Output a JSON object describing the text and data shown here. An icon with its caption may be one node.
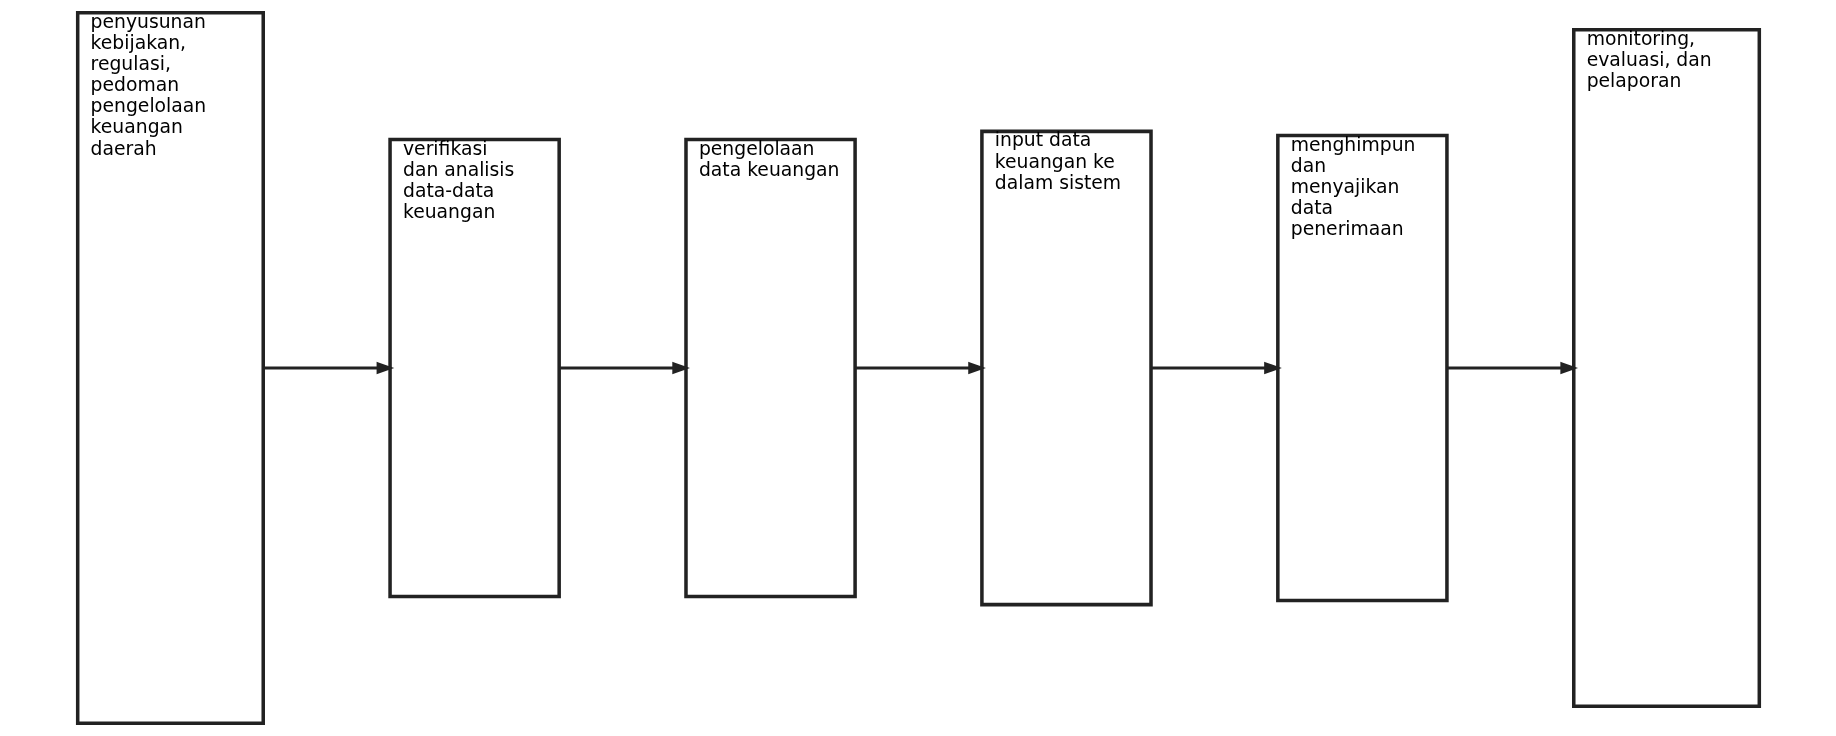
{
  "diagram": {
    "nodes": [
      {
        "text": [
          "penyusunan kebijakan, regulasi, pedoman pengelolaan keuangan daerah"
        ]
      },
      {
        "text": [
          "verifikasi dan analisis data-data keuangan"
        ]
      },
      {
        "text": [
          "pengelolaan data keuangan"
        ]
      },
      {
        "text": [
          "input data keuangan ke dalam sistem"
        ]
      },
      {
        "text": [
          "menghimpun dan menyajikan data penerimaan"
        ]
      },
      {
        "text": [
          "monitoring, evaluasi, dan pelaporan"
        ]
      }
    ],
    "edges": [
      {
        "from": 0,
        "to": 1,
        "arrow": "to"
      },
      {
        "from": 1,
        "to": 2,
        "arrow": "to"
      },
      {
        "from": 2,
        "to": 3,
        "arrow": "to"
      },
      {
        "from": 3,
        "to": 4,
        "arrow": "to"
      },
      {
        "from": 4,
        "to": 5,
        "arrow": "to"
      }
    ]
  }
}
